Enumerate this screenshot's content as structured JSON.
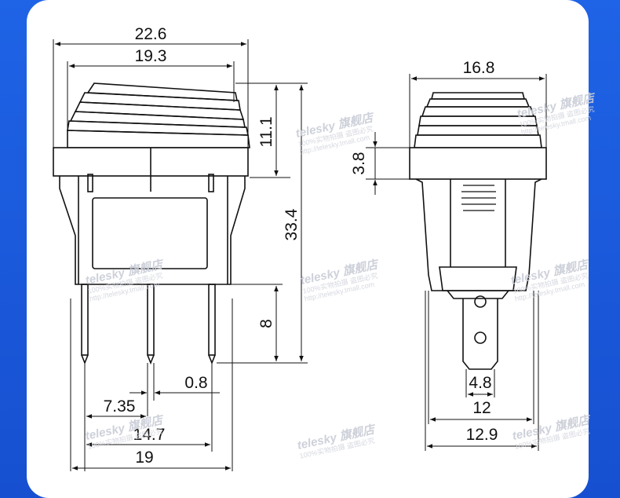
{
  "diagram": {
    "front_view": {
      "overall_width": "22.6",
      "body_width": "19.3",
      "cap_height": "11.1",
      "total_height": "33.4",
      "terminal_length": "8",
      "terminal_thickness": "0.8",
      "pin_pitch": "7.35",
      "outer_pin_span": "14.7",
      "base_width": "19"
    },
    "side_view": {
      "overall_width": "16.8",
      "flange_height": "3.8",
      "terminal_width": "4.8",
      "body_width": "12",
      "base_width": "12.9"
    },
    "watermark": {
      "brand": "telesky 旗舰店",
      "subline": "100%实物拍摄 盗图必究",
      "url": "http://telesky.tmall.com"
    }
  }
}
